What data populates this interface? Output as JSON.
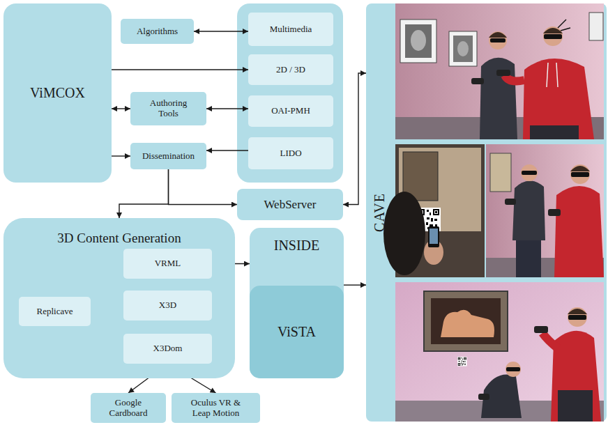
{
  "diagram": {
    "nodes": [
      {
        "text": [
          "ViMCOX"
        ]
      },
      {
        "text": [
          "Algorithms"
        ]
      },
      {
        "text": [
          "Multimedia"
        ]
      },
      {
        "text": [
          "2D / 3D"
        ]
      },
      {
        "text": [
          "Authoring Tools"
        ]
      },
      {
        "text": [
          "OAI-PMH"
        ]
      },
      {
        "text": [
          "Dissemination"
        ]
      },
      {
        "text": [
          "LIDO"
        ]
      },
      {
        "text": [
          "WebServer"
        ]
      },
      {
        "text": [
          "CAVE"
        ]
      },
      {
        "text": [
          "3D Content Generation"
        ]
      },
      {
        "text": [
          "Replicave"
        ],
        "in": 10
      },
      {
        "text": [
          "VRML"
        ],
        "in": 10
      },
      {
        "text": [
          "X3D"
        ],
        "in": 10
      },
      {
        "text": [
          "X3Dom"
        ],
        "in": 10
      },
      {
        "text": [
          "INSIDE"
        ]
      },
      {
        "text": [
          "ViSTA"
        ],
        "in": 15
      },
      {
        "text": [
          "Google Cardboard"
        ]
      },
      {
        "text": [
          "Oculus VR & Leap Motion"
        ]
      }
    ],
    "edges": [
      {
        "from": 1,
        "to": 2,
        "arrow": "both"
      },
      {
        "from": 0,
        "to": 3,
        "arrow": "to"
      },
      {
        "from": 0,
        "to": 4,
        "arrow": "both"
      },
      {
        "from": 4,
        "to": 5,
        "arrow": "both"
      },
      {
        "from": 0,
        "to": 6,
        "arrow": "to"
      },
      {
        "from": 7,
        "to": 6,
        "arrow": "to"
      },
      {
        "from": 6,
        "to": 10,
        "arrow": "to"
      },
      {
        "from": 6,
        "to": 8,
        "arrow": "to"
      },
      {
        "from": 8,
        "to": 9,
        "arrow": "both"
      },
      {
        "from": 15,
        "to": 9,
        "arrow": "to"
      },
      {
        "from": 12,
        "to": 15,
        "arrow": "to"
      },
      {
        "from": 11,
        "to": 12,
        "arrow": "to"
      },
      {
        "from": 11,
        "to": 13,
        "arrow": "to"
      },
      {
        "from": 11,
        "to": 14,
        "arrow": "to"
      },
      {
        "from": 14,
        "to": 17,
        "arrow": "to"
      },
      {
        "from": 14,
        "to": 18,
        "arrow": "to"
      }
    ]
  }
}
